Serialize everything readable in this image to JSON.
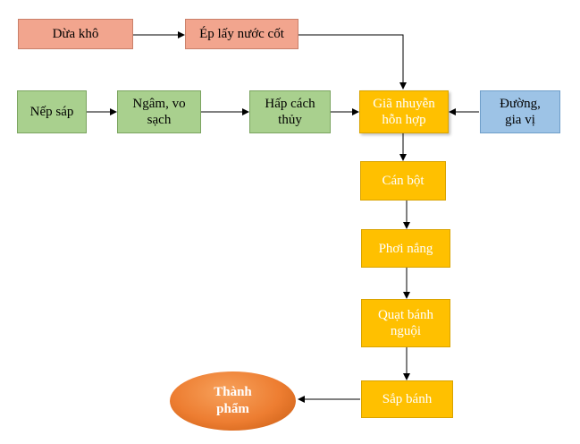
{
  "diagram": {
    "nodes": {
      "dua_kho": "Dừa khô",
      "ep_nuoc_cot": "Ép lấy nước cốt",
      "nep_sap": "Nếp sáp",
      "ngam_vo_sach": "Ngâm, vo sạch",
      "hap_cach_thuy": "Hấp cách thủy",
      "gia_nhuyen": "Giã nhuyễn hỗn hợp",
      "duong_gia_vi": "Đường, gia vị",
      "can_bot": "Cán bột",
      "phoi_nang": "Phơi nắng",
      "quat_banh_nguoi": "Quạt bánh nguội",
      "sap_banh": "Sắp bánh",
      "thanh_pham": "Thành phẩm"
    },
    "colors": {
      "input_salmon": "#f2a58e",
      "process_green": "#a9d08e",
      "main_gold": "#ffc000",
      "additive_blue": "#9dc3e6",
      "result_orange": "#ed7d31",
      "arrow": "#000000"
    },
    "edges": [
      [
        "dua_kho",
        "ep_nuoc_cot"
      ],
      [
        "ep_nuoc_cot",
        "gia_nhuyen"
      ],
      [
        "nep_sap",
        "ngam_vo_sach"
      ],
      [
        "ngam_vo_sach",
        "hap_cach_thuy"
      ],
      [
        "hap_cach_thuy",
        "gia_nhuyen"
      ],
      [
        "duong_gia_vi",
        "gia_nhuyen"
      ],
      [
        "gia_nhuyen",
        "can_bot"
      ],
      [
        "can_bot",
        "phoi_nang"
      ],
      [
        "phoi_nang",
        "quat_banh_nguoi"
      ],
      [
        "quat_banh_nguoi",
        "sap_banh"
      ],
      [
        "sap_banh",
        "thanh_pham"
      ]
    ]
  }
}
